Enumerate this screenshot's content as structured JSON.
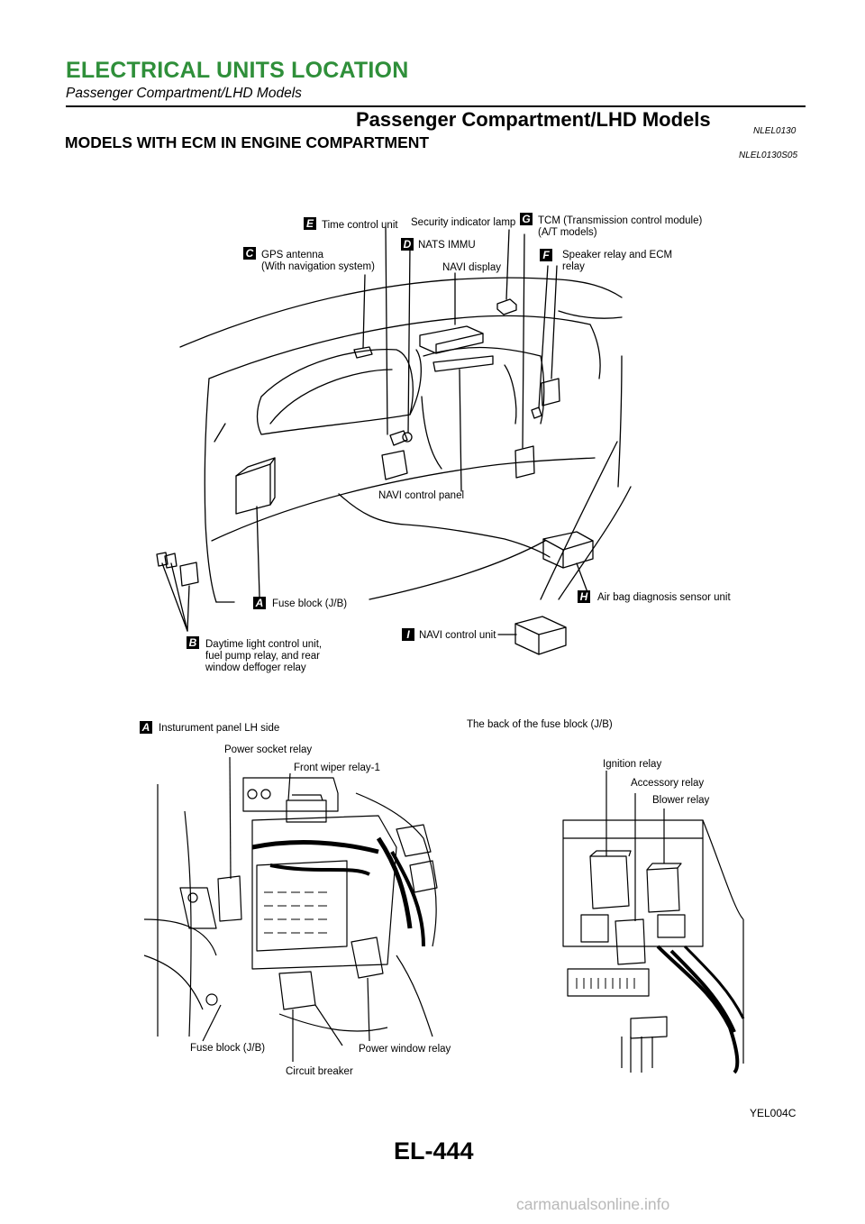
{
  "header": {
    "title": "ELECTRICAL UNITS LOCATION",
    "subtitle": "Passenger Compartment/LHD Models"
  },
  "section": {
    "title": "Passenger Compartment/LHD Models",
    "code": "NLEL0130",
    "subtitle": "MODELS WITH ECM IN ENGINE COMPARTMENT",
    "subcode": "NLEL0130S05"
  },
  "badges": {
    "e": "E",
    "c": "C",
    "d": "D",
    "g": "G",
    "f": "F",
    "a": "A",
    "h": "H",
    "i": "I",
    "b": "B",
    "a2": "A"
  },
  "labels": {
    "time_control_unit": "Time control unit",
    "security_indicator_lamp": "Security indicator lamp",
    "tcm": "TCM (Transmission control module)\n(A/T models)",
    "nats_immu": "NATS IMMU",
    "gps_antenna": "GPS antenna\n(With navigation system)",
    "navi_display": "NAVI display",
    "speaker_relay": "Speaker relay and ECM\nrelay",
    "navi_control_panel": "NAVI control panel",
    "fuse_block": "Fuse block (J/B)",
    "air_bag_sensor": "Air bag diagnosis sensor unit",
    "navi_control_unit": "NAVI control unit",
    "daytime_light": "Daytime light control unit,\nfuel pump relay, and rear\nwindow deffoger relay",
    "instrument_panel_lh": "Insturument panel LH side",
    "back_of_fuse_block": "The back of the fuse block (J/B)",
    "power_socket_relay": "Power socket relay",
    "front_wiper_relay": "Front wiper relay-1",
    "ignition_relay": "Ignition relay",
    "accessory_relay": "Accessory relay",
    "blower_relay": "Blower relay",
    "fuse_block_2": "Fuse block (J/B)",
    "circuit_breaker": "Circuit breaker",
    "power_window_relay": "Power window relay"
  },
  "figure_id": "YEL004C",
  "page_number": "EL-444",
  "watermark": "carmanualsonline.info"
}
